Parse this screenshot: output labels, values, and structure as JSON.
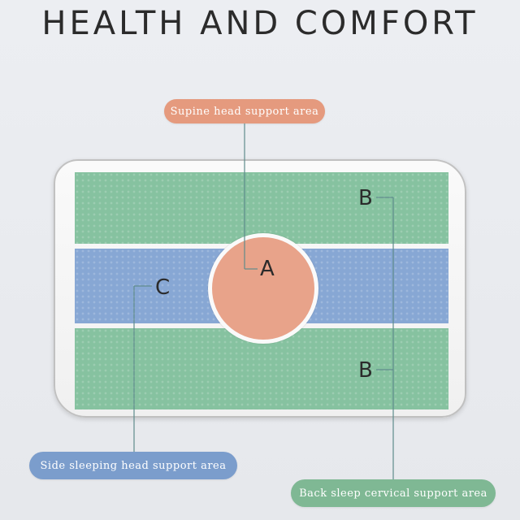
{
  "header": {
    "title": "HEALTH AND COMFORT"
  },
  "labels": {
    "supine": "Supine head support area",
    "side": "Side sleeping head support area",
    "back": "Back sleep cervical support area"
  },
  "zones": {
    "a": "A",
    "b_top": "B",
    "b_bottom": "B",
    "c": "C"
  },
  "colors": {
    "supine": "#e59a7e",
    "side": "#7b9dcc",
    "back": "#7fb894",
    "band_green": "#86c2a0",
    "band_blue": "#87a7d4",
    "circle": "#e8a38a",
    "leader": "#5f8c8c"
  }
}
